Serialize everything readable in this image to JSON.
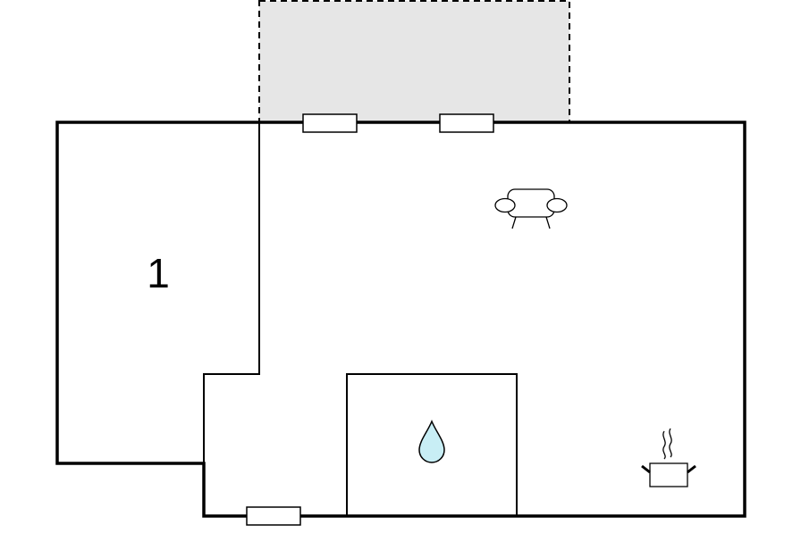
{
  "floorplan": {
    "rooms": [
      {
        "id": "bedroom",
        "label": "1"
      },
      {
        "id": "living-room"
      },
      {
        "id": "bathroom"
      },
      {
        "id": "kitchen-area"
      },
      {
        "id": "terrace"
      }
    ],
    "icons": {
      "living": "sofa-icon",
      "bathroom": "water-drop-icon",
      "kitchen": "cooking-pot-icon"
    },
    "windows_count": 3,
    "colors": {
      "wall": "#000000",
      "terrace_fill": "#e6e6e6",
      "water_drop": "#c8eef5",
      "background": "#ffffff"
    }
  }
}
